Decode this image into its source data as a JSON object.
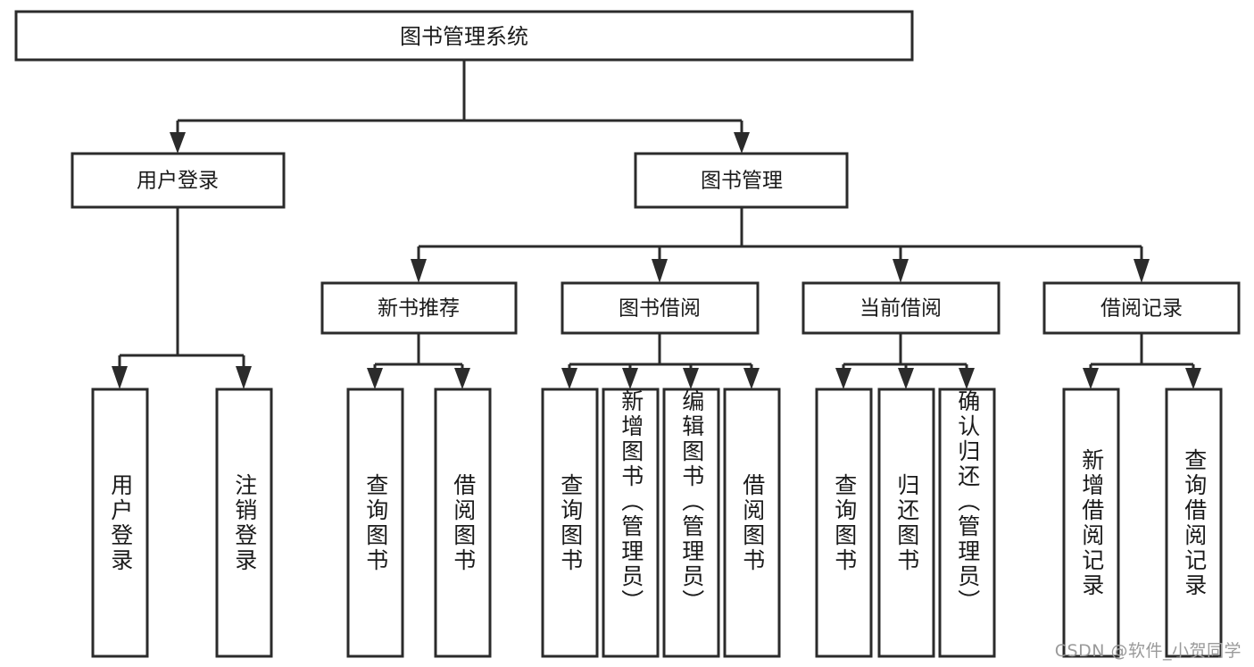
{
  "diagram": {
    "title": "图书管理系统",
    "type": "tree",
    "root": {
      "id": "root",
      "label": "图书管理系统"
    },
    "level1": [
      {
        "id": "user-login",
        "label": "用户登录"
      },
      {
        "id": "book-management",
        "label": "图书管理"
      }
    ],
    "level2": [
      {
        "id": "new-book-recommend",
        "label": "新书推荐",
        "parent": "book-management"
      },
      {
        "id": "book-borrow",
        "label": "图书借阅",
        "parent": "book-management"
      },
      {
        "id": "current-borrow",
        "label": "当前借阅",
        "parent": "book-management"
      },
      {
        "id": "borrow-record",
        "label": "借阅记录",
        "parent": "book-management"
      }
    ],
    "leaves": [
      {
        "id": "leaf-user-login",
        "label": "用户登录",
        "parent": "user-login"
      },
      {
        "id": "leaf-logout-login",
        "label": "注销登录",
        "parent": "user-login"
      },
      {
        "id": "leaf-query-book-1",
        "label": "查询图书",
        "parent": "new-book-recommend"
      },
      {
        "id": "leaf-borrow-book-1",
        "label": "借阅图书",
        "parent": "new-book-recommend"
      },
      {
        "id": "leaf-query-book-2",
        "label": "查询图书",
        "parent": "book-borrow"
      },
      {
        "id": "leaf-add-book",
        "label": "新增图书（管理员）",
        "parent": "book-borrow"
      },
      {
        "id": "leaf-edit-book",
        "label": "编辑图书（管理员）",
        "parent": "book-borrow"
      },
      {
        "id": "leaf-borrow-book-2",
        "label": "借阅图书",
        "parent": "book-borrow"
      },
      {
        "id": "leaf-query-book-3",
        "label": "查询图书",
        "parent": "current-borrow"
      },
      {
        "id": "leaf-return-book",
        "label": "归还图书",
        "parent": "current-borrow"
      },
      {
        "id": "leaf-confirm-return",
        "label": "确认归还（管理员）",
        "parent": "current-borrow"
      },
      {
        "id": "leaf-add-record",
        "label": "新增借阅记录",
        "parent": "borrow-record"
      },
      {
        "id": "leaf-query-record",
        "label": "查询借阅记录",
        "parent": "borrow-record"
      }
    ]
  },
  "watermark": {
    "text": "CSDN @软件_小贺同学"
  },
  "colors": {
    "stroke": "#2b2b2b",
    "fill": "#ffffff",
    "text": "#1a1a1a",
    "watermark": "#9a9a9a"
  }
}
